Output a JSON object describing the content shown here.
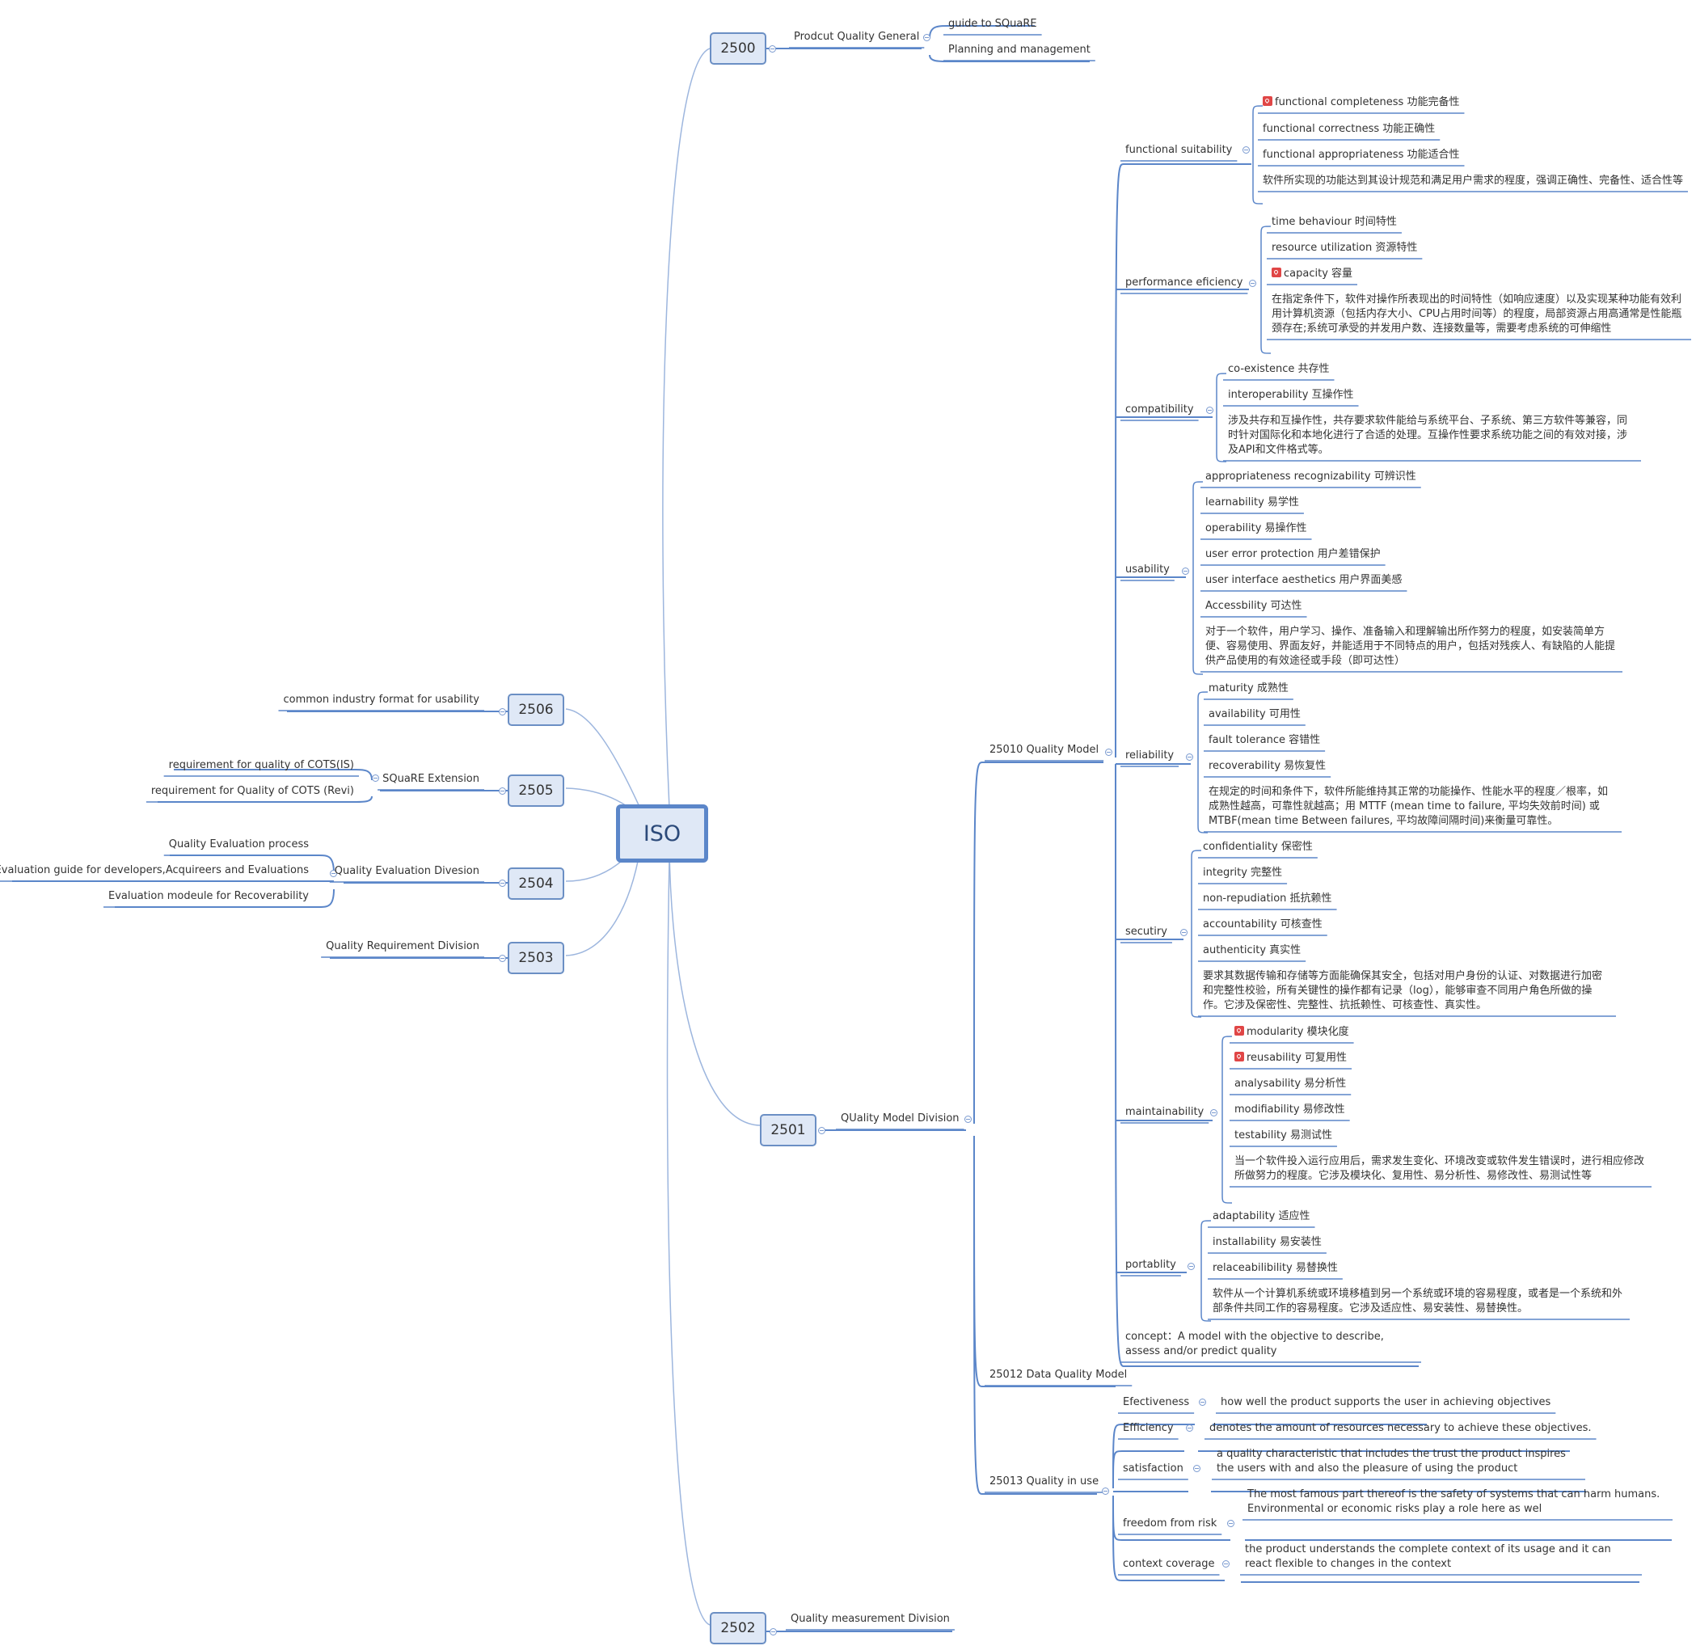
{
  "central": "ISO",
  "standards": {
    "s2500": "2500",
    "s2501": "2501",
    "s2502": "2502",
    "s2503": "2503",
    "s2504": "2504",
    "s2505": "2505",
    "s2506": "2506"
  },
  "s2500": {
    "label": "Prodcut Quality General",
    "items": [
      "guide to SQuaRE",
      "Planning and management"
    ]
  },
  "s2506": {
    "label": "common industry format for usability"
  },
  "s2505": {
    "label": "SQuaRE Extension",
    "items": [
      "requirement for quality of COTS(IS)",
      "requirement for Quality of COTS (Revi)"
    ]
  },
  "s2504": {
    "label": "Quality Evaluation Divesion",
    "items": [
      "Quality Evaluation process",
      "Evaluation guide for developers,Acquireers and Evaluations",
      "Evaluation modeule for Recoverability"
    ]
  },
  "s2503": {
    "label": "Quality Requirement Division"
  },
  "s2502": {
    "label": "Quality measurement Division"
  },
  "s2501": {
    "label": "QUality Model Division",
    "m25010": {
      "label": "25010 Quality Model",
      "functional": {
        "label": "functional suitability",
        "items": [
          "functional  completeness 功能完备性",
          "functional  correctness 功能正确性",
          "functional  appropriateness 功能适合性"
        ],
        "desc": "软件所实现的功能达到其设计规范和满足用户需求的程度，强调正确性、完备性、适合性等"
      },
      "performance": {
        "label": "performance eficiency",
        "items": [
          "time behaviour 时间特性",
          "resource  utilization 资源特性",
          "capacity 容量"
        ],
        "desc": "在指定条件下，软件对操作所表现出的时间特性（如响应速度）以及实现某种功能有效利用计算机资源（包括内存大小、CPU占用时间等）的程度，局部资源占用高通常是性能瓶颈存在;系统可承受的并发用户数、连接数量等，需要考虑系统的可伸缩性"
      },
      "compatibility": {
        "label": "compatibility",
        "items": [
          "co-existence 共存性",
          "interoperability 互操作性"
        ],
        "desc": "涉及共存和互操作性，共存要求软件能给与系统平台、子系统、第三方软件等兼容，同时针对国际化和本地化进行了合适的处理。互操作性要求系统功能之间的有效对接，涉及API和文件格式等。"
      },
      "usability": {
        "label": "usability",
        "items": [
          "appropriateness  recognizability 可辨识性",
          "learnability 易学性",
          "operability 易操作性",
          "user  error  protection 用户差错保护",
          "user  interface  aesthetics 用户界面美感",
          "Accessbility 可达性"
        ],
        "desc": "对于一个软件，用户学习、操作、准备输入和理解输出所作努力的程度，如安装简单方便、容易使用、界面友好，并能适用于不同特点的用户，包括对残疾人、有缺陷的人能提供产品使用的有效途径或手段（即可达性）"
      },
      "reliability": {
        "label": "reliability",
        "items": [
          "maturity 成熟性",
          "availability 可用性",
          "fault  tolerance 容错性",
          "recoverability  易恢复性"
        ],
        "desc": "在规定的时间和条件下，软件所能维持其正常的功能操作、性能水平的程度／根率，如成熟性越高，可靠性就越高；用 MTTF (mean time to failure, 平均失效前时间) 或MTBF(mean time Between failures, 平均故障间隔时间)来衡量可靠性。"
      },
      "security": {
        "label": "secutiry",
        "items": [
          "confidentiality 保密性",
          "integrity 完整性",
          "non-repudiation 抵抗赖性",
          "accountability 可核查性",
          "authenticity 真实性"
        ],
        "desc": "要求其数据传输和存储等方面能确保其安全，包括对用户身份的认证、对数据进行加密和完整性校验，所有关键性的操作都有记录（log），能够审查不同用户角色所做的操作。它涉及保密性、完整性、抗抵赖性、可核查性、真实性。"
      },
      "maintainability": {
        "label": "maintainability",
        "items": [
          "modularity  模块化度",
          "reusability 可复用性",
          "analysability 易分析性",
          "modifiability 易修改性",
          "testability 易测试性"
        ],
        "desc": "当一个软件投入运行应用后，需求发生变化、环境改变或软件发生错误时，进行相应修改所做努力的程度。它涉及模块化、复用性、易分析性、易修改性、易测试性等"
      },
      "portability": {
        "label": "portablity",
        "items": [
          "adaptability 适应性",
          "installability 易安装性",
          "relaceabilibility 易替换性"
        ],
        "desc": "软件从一个计算机系统或环境移植到另一个系统或环境的容易程度，或者是一个系统和外部条件共同工作的容易程度。它涉及适应性、易安装性、易替换性。"
      },
      "concept": "concept：A model with the objective to describe, assess and/or predict quality"
    },
    "m25012": {
      "label": "25012 Data Quality Model"
    },
    "m25013": {
      "label": "25013 Quality in use",
      "effectiveness": {
        "label": "Efectiveness",
        "desc": "how well the product supports the user in achieving objectives"
      },
      "efficiency": {
        "label": "Efficiency",
        "desc": "denotes the amount of resources necessary to achieve these objectives."
      },
      "satisfaction": {
        "label": "satisfaction",
        "desc": "a quality characteristic that includes the trust the product inspires the users with and also the pleasure of using the product"
      },
      "freedom": {
        "label": "freedom from risk",
        "desc": "The most famous part thereof is the safety of systems that can harm humans. Environmental or economic risks play a role here as wel"
      },
      "context": {
        "label": "context coverage",
        "desc": "the product understands the complete context of its usage and it can react flexible to changes in the context"
      }
    }
  },
  "colors": {
    "line": "#5b86c9",
    "box_fill": "#dfe8f6",
    "box_border": "#6b8fc4",
    "text": "#333333"
  }
}
